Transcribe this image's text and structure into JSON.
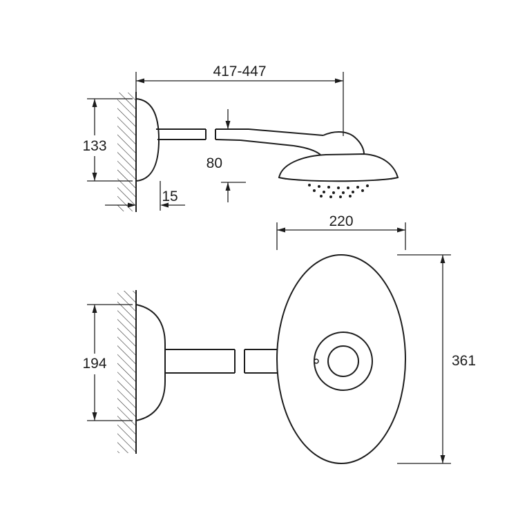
{
  "page": {
    "background_color": "#ffffff",
    "line_color": "#1c1c1c"
  },
  "side_view": {
    "dim_reach": "417-447",
    "dim_escutcheon_height": "133",
    "dim_head_offset": "80",
    "dim_escutcheon_depth": "15"
  },
  "front_view": {
    "dim_head_width": "220",
    "dim_escutcheon_diameter": "194",
    "dim_head_length": "361"
  }
}
